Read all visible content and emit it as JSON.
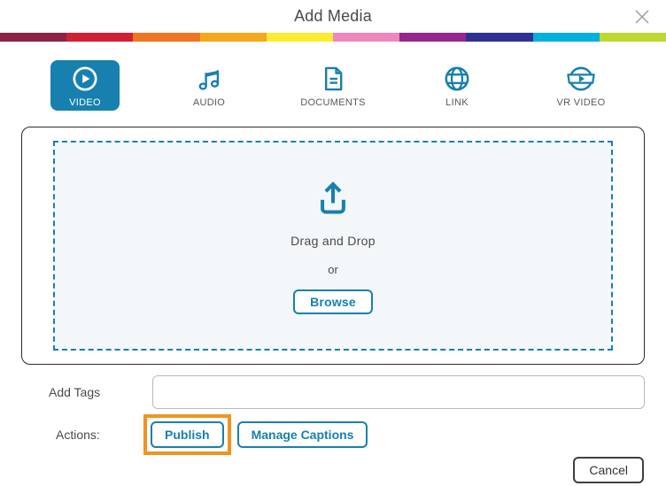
{
  "dialog": {
    "title": "Add Media",
    "close_icon": "close-icon"
  },
  "colors": {
    "accent_blue": "#1780AE",
    "highlight_orange": "#F0941F",
    "stripe": [
      "#8B2346",
      "#D02132",
      "#EE7623",
      "#F6A81C",
      "#F9EC31",
      "#EE87BD",
      "#93278F",
      "#2E3192",
      "#00B0DC",
      "#BFD730"
    ]
  },
  "tabs": [
    {
      "label": "VIDEO",
      "icon": "play-circle-icon",
      "selected": true
    },
    {
      "label": "AUDIO",
      "icon": "music-notes-icon",
      "selected": false
    },
    {
      "label": "DOCUMENTS",
      "icon": "document-icon",
      "selected": false
    },
    {
      "label": "LINK",
      "icon": "globe-icon",
      "selected": false
    },
    {
      "label": "VR VIDEO",
      "icon": "vr-sphere-icon",
      "selected": false
    }
  ],
  "dropzone": {
    "icon": "upload-icon",
    "primary_text": "Drag and Drop",
    "secondary_text": "or",
    "browse_label": "Browse"
  },
  "form": {
    "tags_label": "Add Tags",
    "tags_value": "",
    "actions_label": "Actions:",
    "publish_label": "Publish",
    "manage_captions_label": "Manage Captions"
  },
  "footer": {
    "cancel_label": "Cancel"
  }
}
